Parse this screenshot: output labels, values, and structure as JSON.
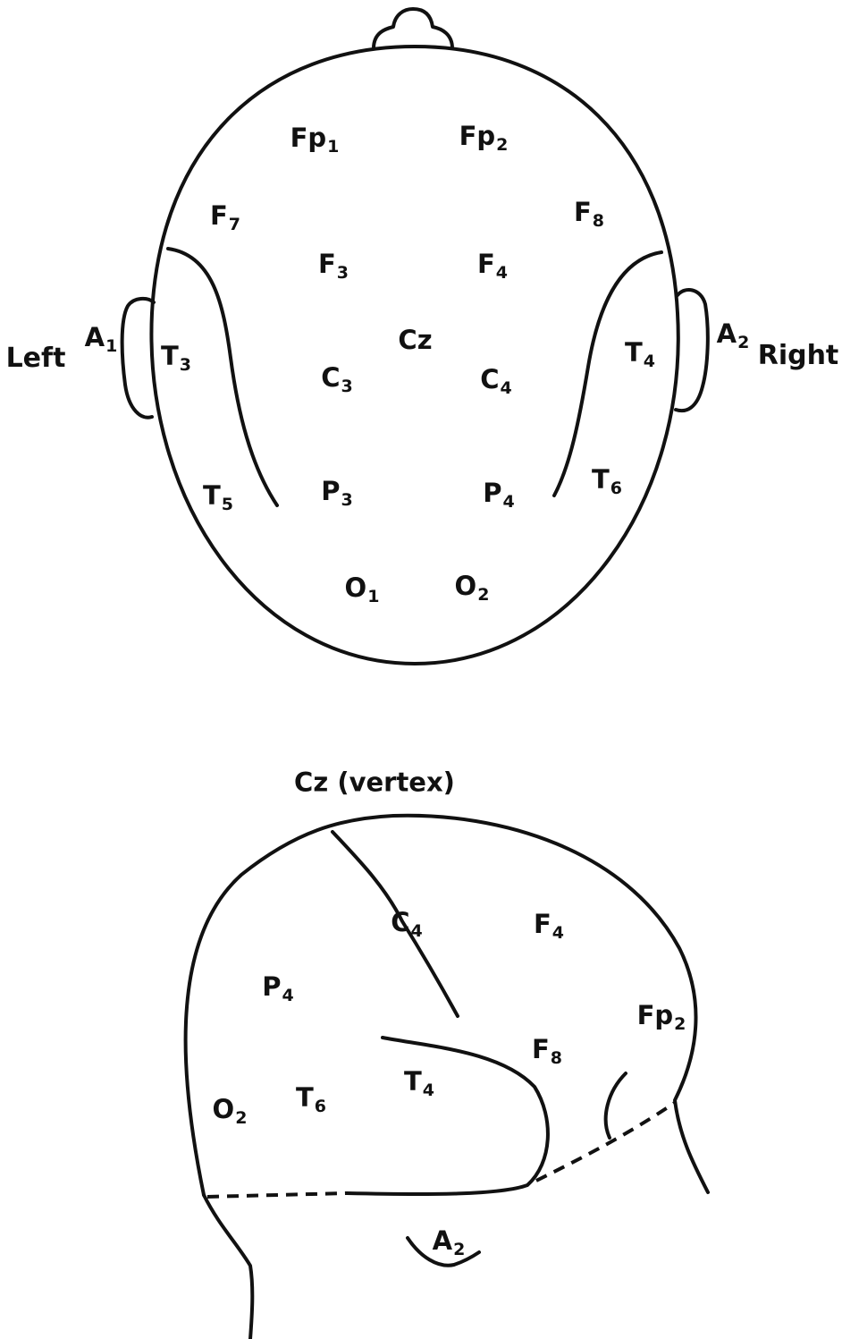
{
  "top_view": {
    "side_left": "Left",
    "side_right": "Right",
    "electrodes": [
      {
        "id": "fp1",
        "base": "Fp",
        "sub": "1"
      },
      {
        "id": "fp2",
        "base": "Fp",
        "sub": "2"
      },
      {
        "id": "f7",
        "base": "F",
        "sub": "7"
      },
      {
        "id": "f8",
        "base": "F",
        "sub": "8"
      },
      {
        "id": "f3",
        "base": "F",
        "sub": "3"
      },
      {
        "id": "f4",
        "base": "F",
        "sub": "4"
      },
      {
        "id": "a1",
        "base": "A",
        "sub": "1"
      },
      {
        "id": "a2",
        "base": "A",
        "sub": "2"
      },
      {
        "id": "t3",
        "base": "T",
        "sub": "3"
      },
      {
        "id": "t4",
        "base": "T",
        "sub": "4"
      },
      {
        "id": "cz",
        "base": "Cz",
        "sub": ""
      },
      {
        "id": "c3",
        "base": "C",
        "sub": "3"
      },
      {
        "id": "c4",
        "base": "C",
        "sub": "4"
      },
      {
        "id": "t5",
        "base": "T",
        "sub": "5"
      },
      {
        "id": "t6",
        "base": "T",
        "sub": "6"
      },
      {
        "id": "p3",
        "base": "P",
        "sub": "3"
      },
      {
        "id": "p4",
        "base": "P",
        "sub": "4"
      },
      {
        "id": "o1",
        "base": "O",
        "sub": "1"
      },
      {
        "id": "o2",
        "base": "O",
        "sub": "2"
      }
    ]
  },
  "side_view": {
    "vertex_label": "Cz (vertex)",
    "electrodes": [
      {
        "id": "c4",
        "base": "C",
        "sub": "4"
      },
      {
        "id": "f4",
        "base": "F",
        "sub": "4"
      },
      {
        "id": "p4",
        "base": "P",
        "sub": "4"
      },
      {
        "id": "fp2",
        "base": "Fp",
        "sub": "2"
      },
      {
        "id": "f8",
        "base": "F",
        "sub": "8"
      },
      {
        "id": "t4",
        "base": "T",
        "sub": "4"
      },
      {
        "id": "t6",
        "base": "T",
        "sub": "6"
      },
      {
        "id": "o2",
        "base": "O",
        "sub": "2"
      },
      {
        "id": "a2",
        "base": "A",
        "sub": "2"
      }
    ]
  }
}
